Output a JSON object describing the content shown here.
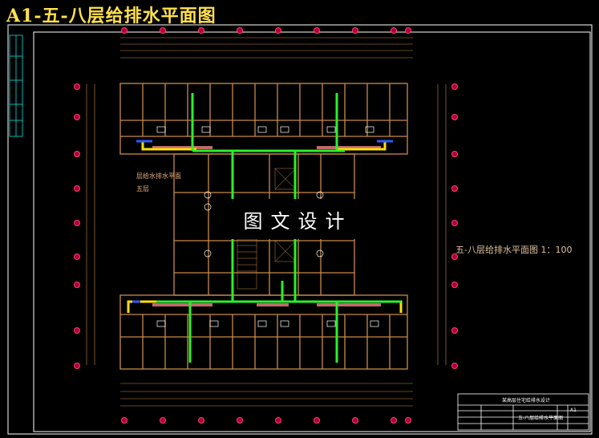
{
  "title": "A1-五-八层给排水平面图",
  "watermark": "图文设计",
  "scale_label": "五-八层给排水平面图 1：100",
  "room_note": {
    "line1": "层给水排水平面",
    "line2": "五层"
  },
  "title_block": {
    "project": "某高层住宅给排水设计",
    "drawing": "五-八层给排水平面图",
    "sheet": "A1"
  },
  "colors": {
    "background": "#000000",
    "frame": "#ffffff",
    "wall": "#c98a4a",
    "supply_pipe": "#2bf02b",
    "drain_pipe": "#ffe000",
    "hot_pipe": "#c06a6a",
    "axis_marker": "#ff3d6a",
    "left_strip": "#00e5e5",
    "title": "#ffe14a"
  }
}
